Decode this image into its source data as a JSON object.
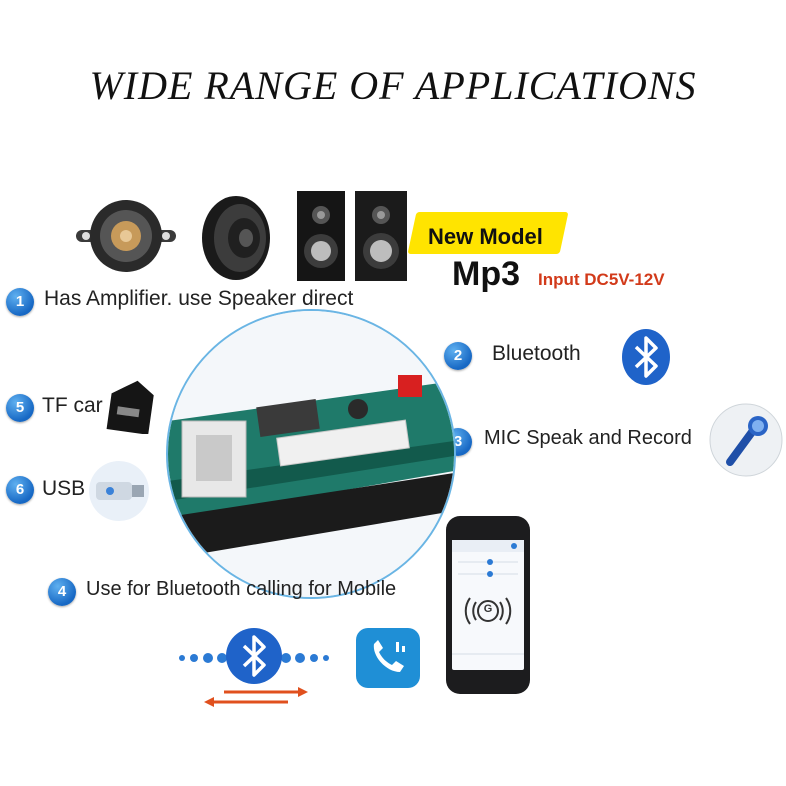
{
  "title": "WIDE RANGE OF APPLICATIONS",
  "new_model": "New Model",
  "mp3": "Mp3",
  "input_voltage": "Input DC5V-12V",
  "features": [
    {
      "number": "1",
      "text": "Has Amplifier. use Speaker direct"
    },
    {
      "number": "2",
      "text": "Bluetooth"
    },
    {
      "number": "3",
      "text": "MIC Speak and Record"
    },
    {
      "number": "4",
      "text": "Use for Bluetooth calling for Mobile"
    },
    {
      "number": "5",
      "text": "TF car"
    },
    {
      "number": "6",
      "text": "USB"
    }
  ],
  "phone_logo": "G",
  "icons": [
    "buzzer-speaker-icon",
    "woofer-speaker-icon",
    "bookshelf-speakers-icon",
    "bluetooth-icon",
    "tf-card-icon",
    "usb-drive-icon",
    "microphone-icon",
    "phone-call-icon",
    "smartphone-icon"
  ],
  "colors": {
    "badge_blue": "#1768c4",
    "accent_yellow": "#ffe400",
    "voltage_red": "#d23a1a",
    "bluetooth_blue": "#1f63c9"
  }
}
